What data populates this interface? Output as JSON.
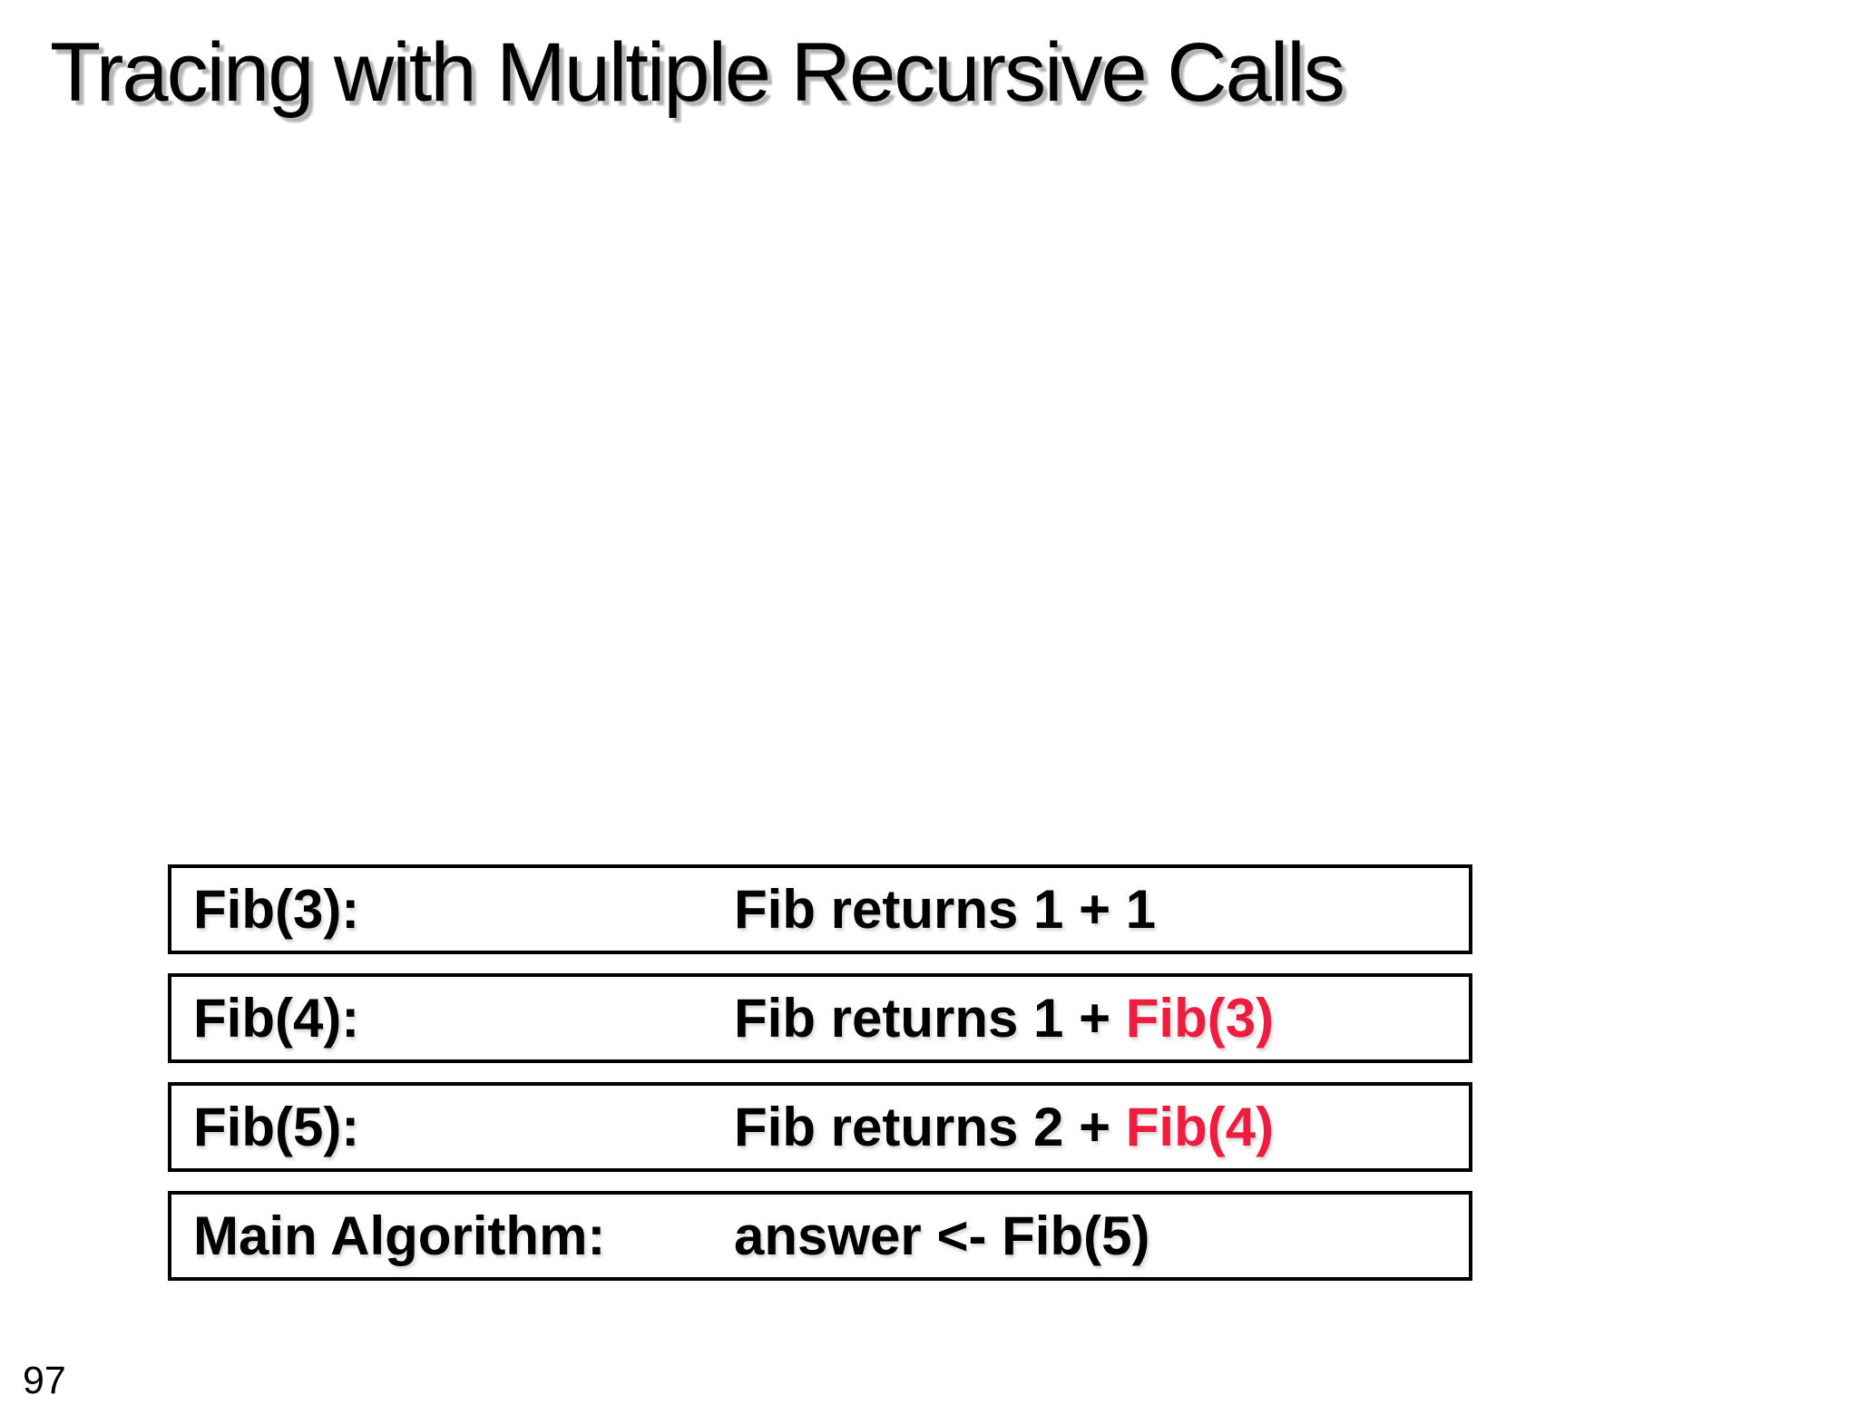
{
  "slide": {
    "title": "Tracing with Multiple Recursive Calls",
    "page_number": "97",
    "colors": {
      "background": "#FFFFFF",
      "text": "#000000",
      "highlight_red": "#EE1C3F",
      "title_shadow": "#B4B4B4"
    },
    "trace_stack": {
      "boxes": [
        {
          "label": "Fib(3):",
          "result_text": "Fib returns 1 + 1",
          "result_highlight": ""
        },
        {
          "label": "Fib(4):",
          "result_text": "Fib returns 1 + ",
          "result_highlight": "Fib(3)"
        },
        {
          "label": "Fib(5):",
          "result_text": "Fib returns 2 + ",
          "result_highlight": "Fib(4)"
        },
        {
          "label": "Main Algorithm:",
          "result_text": "answer <- Fib(5)",
          "result_highlight": ""
        }
      ]
    }
  }
}
